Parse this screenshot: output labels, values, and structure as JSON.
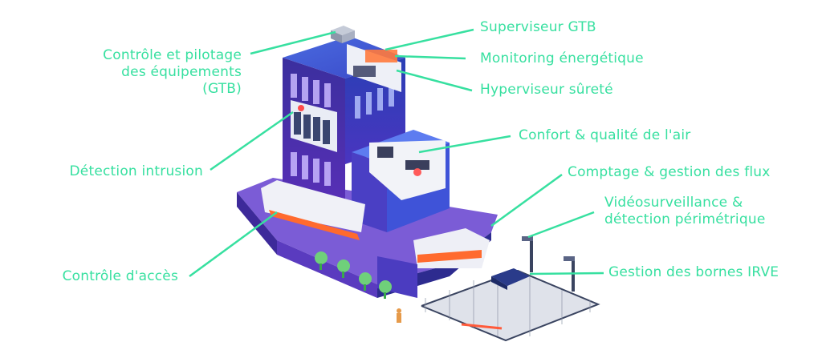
{
  "accent_color": "#37e0a0",
  "labels": {
    "gtb_control": [
      "Contrôle et pilotage",
      "des équipements",
      "(GTB)"
    ],
    "intrusion": "Détection intrusion",
    "access": "Contrôle d'accès",
    "supervisor": "Superviseur GTB",
    "energy": "Monitoring énergétique",
    "security_hypervisor": "Hyperviseur sûreté",
    "comfort": "Confort & qualité de l'air",
    "flow": "Comptage & gestion des flux",
    "video": [
      "Vidéosurveillance &",
      "détection périmétrique"
    ],
    "irve": "Gestion des bornes IRVE"
  }
}
